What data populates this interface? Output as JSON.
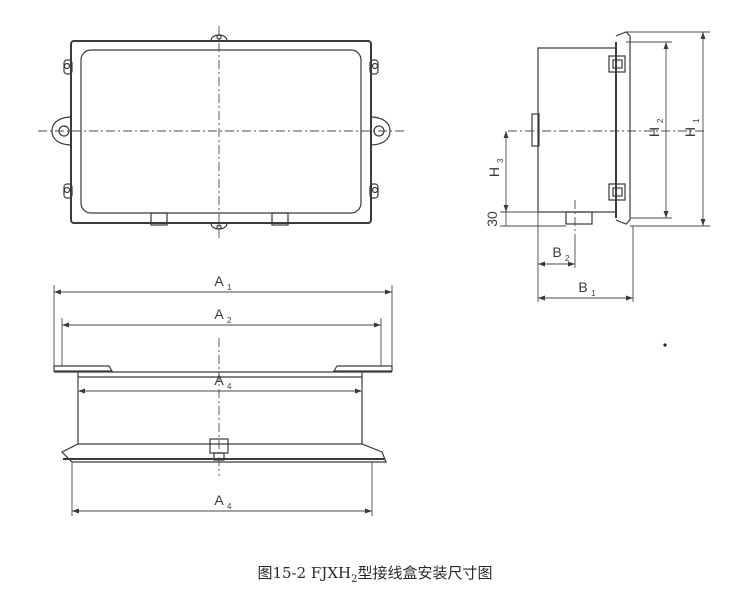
{
  "caption": {
    "prefix": "图15-2  FJXH",
    "subscript": "2",
    "suffix": "型接线盒安装尺寸图"
  },
  "dimensions": {
    "a1": {
      "main": "A",
      "sub": "1"
    },
    "a2": {
      "main": "A",
      "sub": "2"
    },
    "a4_top": {
      "main": "A",
      "sub": "4"
    },
    "a4_bottom": {
      "main": "A",
      "sub": "4"
    },
    "b1": {
      "main": "B",
      "sub": "1"
    },
    "b2": {
      "main": "B",
      "sub": "2"
    },
    "h1": {
      "main": "H",
      "sub": "1"
    },
    "h2": {
      "main": "H",
      "sub": "2"
    },
    "h3": {
      "main": "H",
      "sub": "3"
    },
    "offset": "30"
  }
}
